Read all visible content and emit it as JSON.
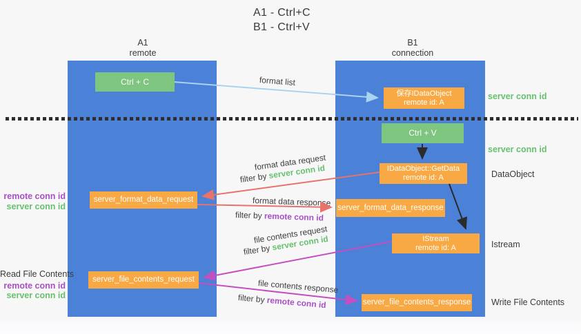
{
  "title": {
    "line1": "A1 - Ctrl+C",
    "line2": "B1 - Ctrl+V"
  },
  "columns": {
    "a1": {
      "name": "A1",
      "subtitle": "remote"
    },
    "b1": {
      "name": "B1",
      "subtitle": "connection"
    }
  },
  "boxes": {
    "ctrl_c": {
      "label": "Ctrl + C"
    },
    "save_dataobject": {
      "line1": "保存IDataObject",
      "line2": "remote id: A"
    },
    "ctrl_v": {
      "label": "Ctrl + V"
    },
    "getdata": {
      "line1": "IDataObject::GetData",
      "line2": "remote id: A"
    },
    "istream": {
      "line1": "IStream",
      "line2": "remote id: A"
    },
    "format_request": {
      "label": "server_format_data_request"
    },
    "format_response": {
      "label": "server_format_data_response"
    },
    "file_request": {
      "label": "server_file_contents_request"
    },
    "file_response": {
      "label": "server_file_contents_response"
    }
  },
  "side_labels": {
    "server_conn_id_top": "server conn id",
    "server_conn_id_mid": "server conn id",
    "dataobject": "DataObject",
    "istream": "Istream",
    "write_file_contents": "Write File Contents",
    "read_file_contents": "Read File Contents",
    "pair1": {
      "remote": "remote conn id",
      "server": "server conn id"
    },
    "pair2": {
      "remote": "remote conn id",
      "server": "server conn id"
    }
  },
  "arrow_labels": {
    "format_list": "format list",
    "format_data_request": "format data request",
    "filter_by_1": "filter by ",
    "filter_value_1": "server conn id",
    "format_data_response": "format data response",
    "filter_by_2": "filter by ",
    "filter_value_2": "remote conn id",
    "file_contents_request": "file contents request",
    "filter_by_3": "filter by ",
    "filter_value_3": "server conn id",
    "file_contents_response": "file contents response",
    "filter_by_4": "filter by ",
    "filter_value_4": "remote conn id"
  },
  "colors": {
    "column_blue": "#4b81d7",
    "box_green": "#7ec57f",
    "box_orange": "#f8a944",
    "accent_green": "#67c06e",
    "accent_purple": "#a84fc6",
    "arrow_red": "#e7736a",
    "arrow_magenta": "#c44fc0",
    "arrow_lightblue": "#a9d3ee",
    "arrow_black": "#2b2b2b",
    "background": "#f7f7f8"
  }
}
